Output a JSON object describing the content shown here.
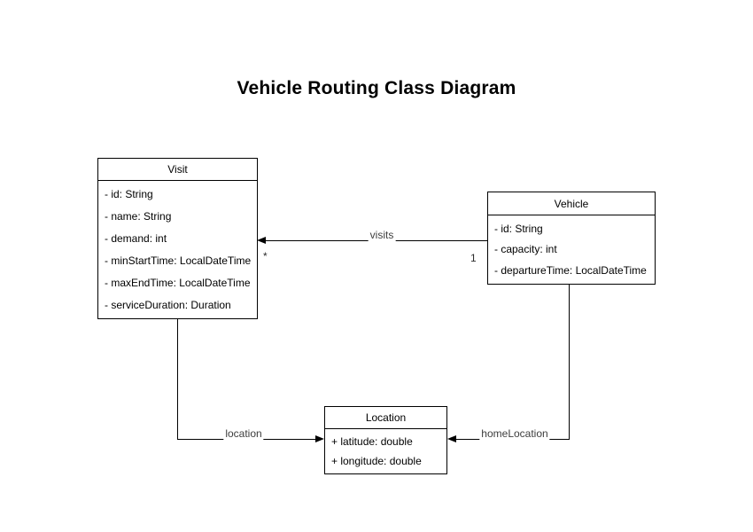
{
  "title": "Vehicle Routing Class Diagram",
  "classes": [
    {
      "name": "Visit",
      "attributes": [
        "- id: String",
        "- name: String",
        "- demand: int",
        "- minStartTime: LocalDateTime",
        "- maxEndTime: LocalDateTime",
        "- serviceDuration: Duration"
      ]
    },
    {
      "name": "Vehicle",
      "attributes": [
        "- id: String",
        "- capacity: int",
        "- departureTime: LocalDateTime"
      ]
    },
    {
      "name": "Location",
      "attributes": [
        "+ latitude: double",
        "+ longitude: double"
      ]
    }
  ],
  "associations": [
    {
      "label": "visits",
      "from": "Vehicle",
      "to": "Visit",
      "source_multiplicity": "1",
      "target_multiplicity": "*"
    },
    {
      "label": "location",
      "from": "Visit",
      "to": "Location"
    },
    {
      "label": "homeLocation",
      "from": "Vehicle",
      "to": "Location"
    }
  ],
  "colors": {
    "line": "#000000",
    "background": "#ffffff",
    "text": "#000000",
    "edge_label_text": "#3d3d3d"
  }
}
